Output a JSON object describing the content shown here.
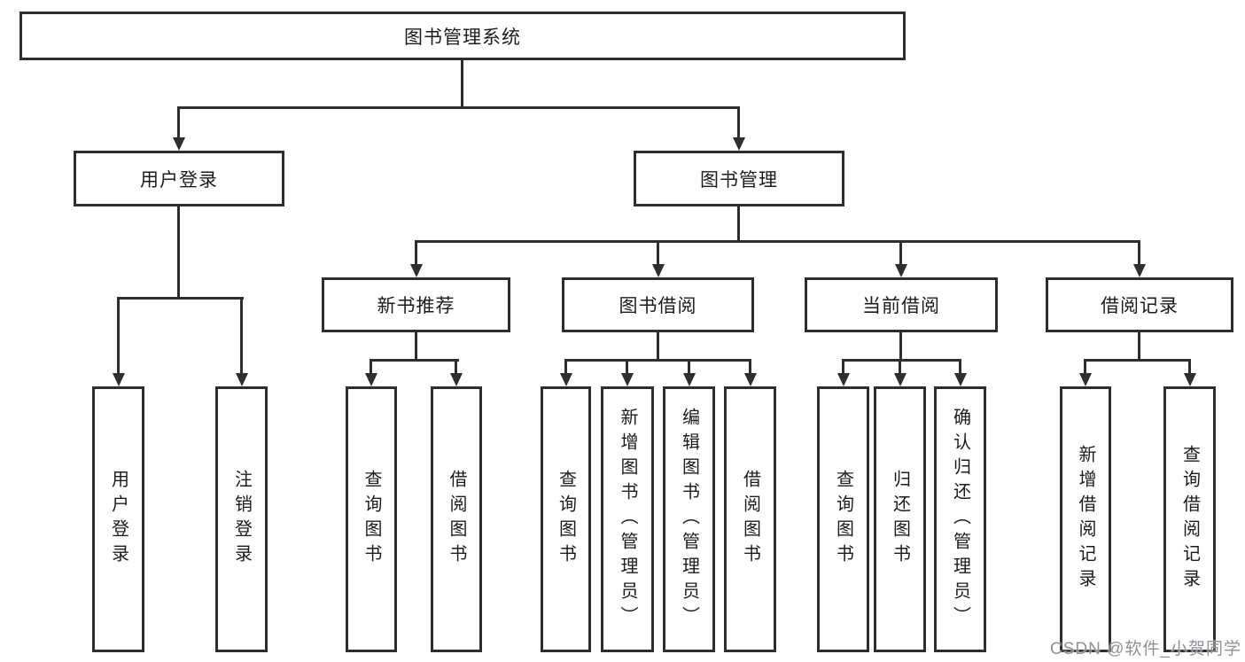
{
  "diagram": {
    "root": {
      "label": "图书管理系统"
    },
    "branches": {
      "user_login": {
        "label": "用户登录"
      },
      "book_management": {
        "label": "图书管理"
      },
      "new_book_recommend": {
        "label": "新书推荐"
      },
      "book_borrowing": {
        "label": "图书借阅"
      },
      "current_borrowing": {
        "label": "当前借阅"
      },
      "borrowing_records": {
        "label": "借阅记录"
      }
    },
    "leaves": {
      "user_login": {
        "label": "用户登录"
      },
      "logout": {
        "label": "注销登录"
      },
      "nb_query_books": {
        "label": "查询图书"
      },
      "nb_borrow_books": {
        "label": "借阅图书"
      },
      "bb_query_books": {
        "label": "查询图书"
      },
      "bb_add_books": {
        "label": "新增图书（管理员）"
      },
      "bb_edit_books": {
        "label": "编辑图书（管理员）"
      },
      "bb_borrow_books": {
        "label": "借阅图书"
      },
      "cb_query_books": {
        "label": "查询图书"
      },
      "cb_return_books": {
        "label": "归还图书"
      },
      "cb_confirm_return": {
        "label": "确认归还（管理员）"
      },
      "br_add_record": {
        "label": "新增借阅记录"
      },
      "br_query_record": {
        "label": "查询借阅记录"
      }
    }
  },
  "watermark": {
    "text": "CSDN @软件_小贺同学",
    "color": "#8e9297"
  },
  "colors": {
    "line": "#2e2e2e",
    "background": "#ffffff",
    "text": "#1c1c1c"
  }
}
